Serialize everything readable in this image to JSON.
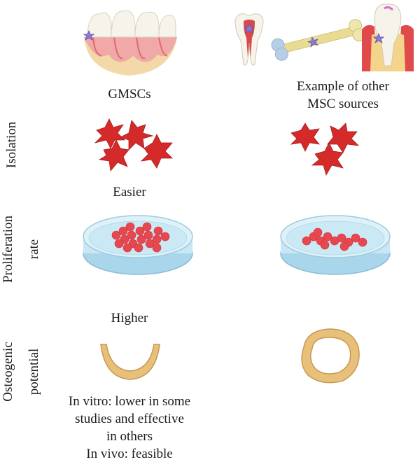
{
  "columns": {
    "left_title": "GMSCs",
    "right_title_line1": "Example of other",
    "right_title_line2": "MSC sources"
  },
  "rows": {
    "isolation": {
      "label": "Isolation",
      "result": "Easier"
    },
    "proliferation": {
      "label_line1": "Proliferation",
      "label_line2": "rate",
      "result": "Higher"
    },
    "osteogenic": {
      "label_line1": "Osteogenic",
      "label_line2": "potential",
      "result_lines": [
        "In vitro: lower in some",
        "studies and effective",
        "in others",
        "In vivo: feasible"
      ]
    }
  },
  "colors": {
    "cell_red": "#d42a2a",
    "dish_blue": "#bfe3f2",
    "bone_tan": "#e8c07a",
    "gum_pink": "#f1a8a8"
  },
  "icons": [
    "gingiva-teeth-icon",
    "tooth-pulp-icon",
    "long-bone-icon",
    "tooth-socket-icon",
    "msc-cells-icon",
    "petri-dish-icon",
    "bone-ring-icon"
  ]
}
